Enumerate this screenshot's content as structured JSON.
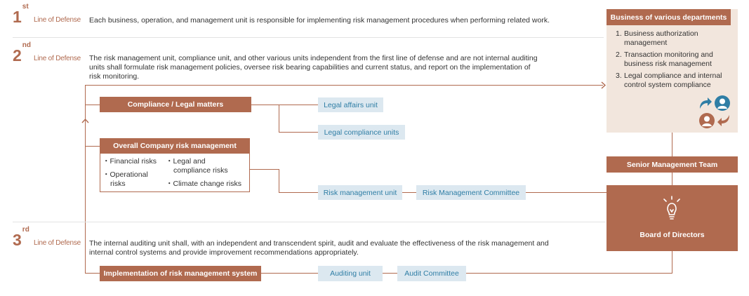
{
  "first_line": {
    "number": "1",
    "suffix": "st",
    "label": "Line of Defense",
    "description": "Each business, operation, and management unit is responsible for implementing risk management procedures when performing related work."
  },
  "second_line": {
    "number": "2",
    "suffix": "nd",
    "label": "Line of Defense",
    "description_lines": [
      "The risk management unit, compliance unit, and other various units independent from the first line of defense and are not internal auditing",
      "units shall formulate risk management policies, oversee risk bearing capabilities and current status, and report on the implementation of",
      "risk monitoring."
    ]
  },
  "third_line": {
    "number": "3",
    "suffix": "rd",
    "label": "Line of Defense",
    "description_lines": [
      "The internal auditing unit shall, with an independent and transcendent spirit, audit and evaluate the effectiveness of the risk management and",
      "internal control systems and provide improvement recommendations appropriately."
    ]
  },
  "compliance": {
    "title": "Compliance / Legal matters",
    "units": [
      "Legal affairs unit",
      "Legal compliance units"
    ]
  },
  "overall_risk": {
    "title": "Overall Company risk management",
    "items": [
      {
        "bullet": "・",
        "lines": [
          "Financial risks"
        ]
      },
      {
        "bullet": "・",
        "lines": [
          "Operational",
          "risks"
        ]
      },
      {
        "bullet": "・",
        "lines": [
          "Legal and",
          "compliance risks"
        ]
      },
      {
        "bullet": "・",
        "lines": [
          "Climate change risks"
        ]
      }
    ],
    "unit": "Risk management unit",
    "committee": "Risk Management Committee"
  },
  "audit": {
    "title": "Implementation of risk management system",
    "unit": "Auditing unit",
    "committee": "Audit Committee"
  },
  "departments": {
    "title": "Business of various departments",
    "items": [
      {
        "n": "1.",
        "lines": [
          "Business authorization",
          "management"
        ]
      },
      {
        "n": "2.",
        "lines": [
          "Transaction monitoring and",
          "business risk management"
        ]
      },
      {
        "n": "3.",
        "lines": [
          "Legal compliance and internal",
          "control system compliance"
        ]
      }
    ]
  },
  "senior_management": "Senior Management Team",
  "board": "Board of Directors",
  "colors": {
    "brown": "#b06a4f",
    "light_blue": "#dce8f0",
    "blue_text": "#2f7ea5",
    "panel": "#f2e6dd"
  },
  "icons": [
    "share-arrow-icon",
    "person-icon",
    "person-icon",
    "return-arrow-icon",
    "lightbulb-icon"
  ]
}
